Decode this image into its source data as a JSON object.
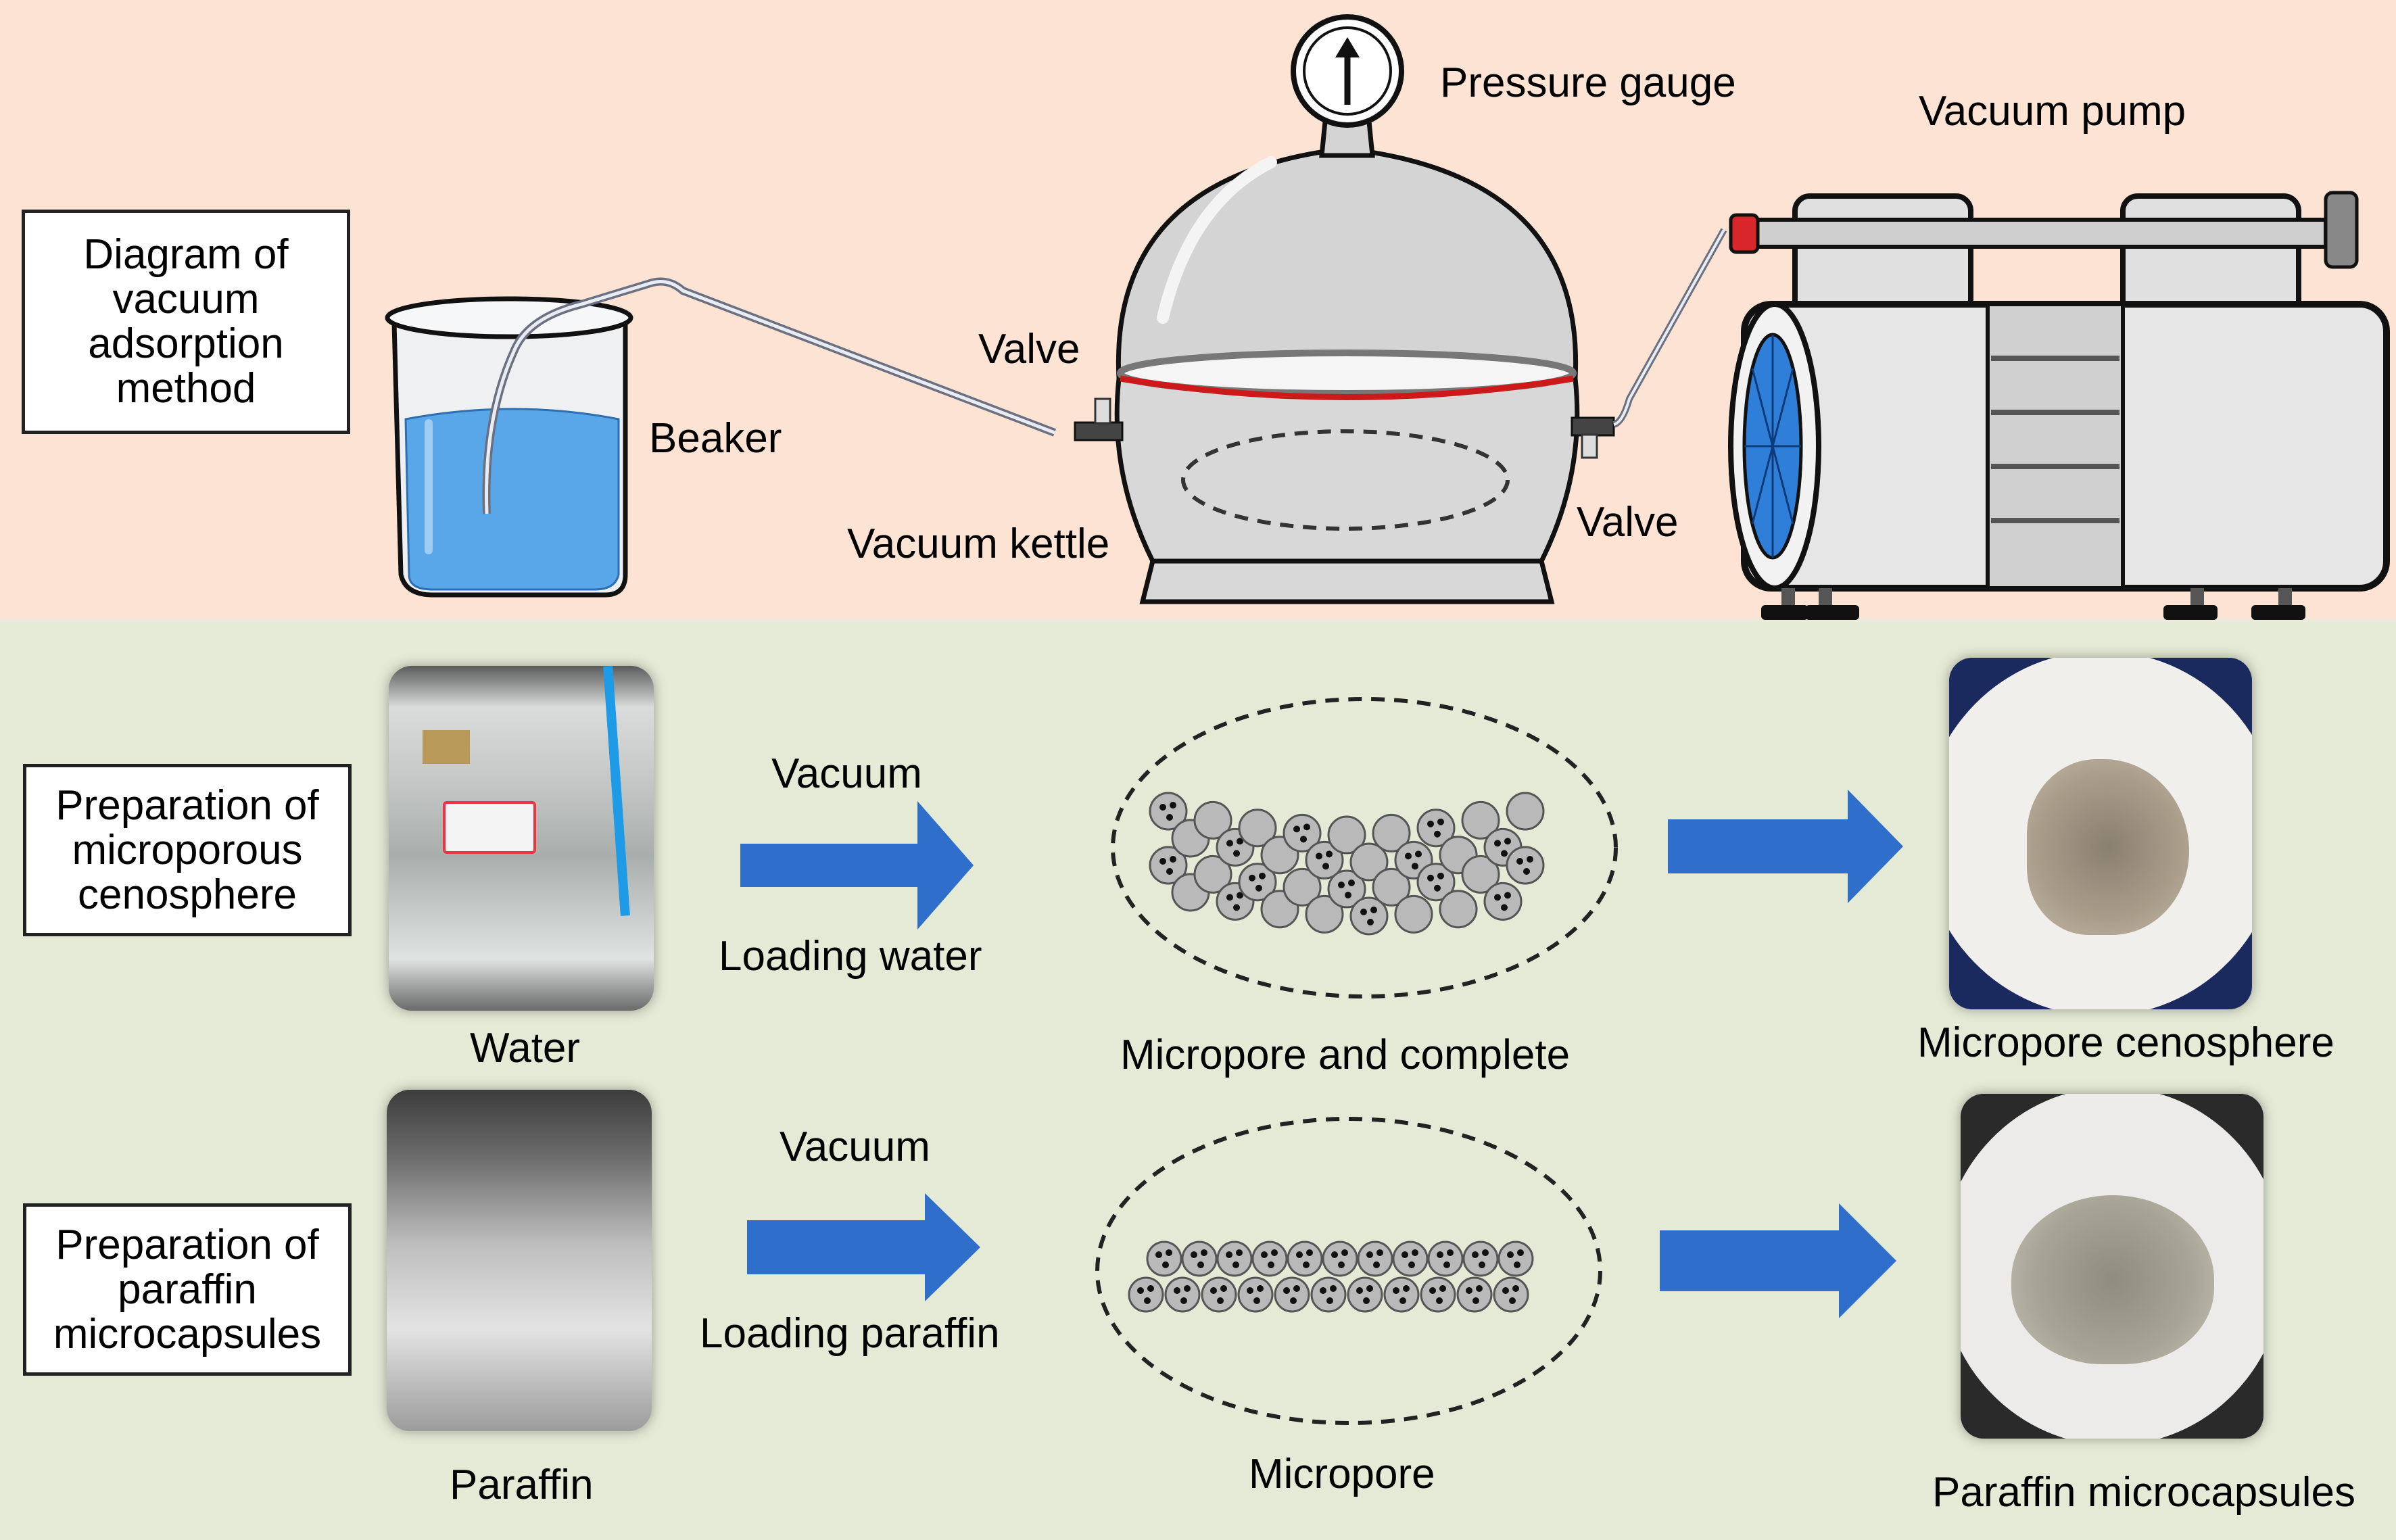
{
  "top_panel": {
    "box_label": "Diagram of\nvacuum\nadsorption\nmethod",
    "labels": {
      "pressure_gauge": "Pressure gauge",
      "vacuum_pump": "Vacuum pump",
      "valve_left": "Valve",
      "valve_right": "Valve",
      "beaker": "Beaker",
      "vacuum_kettle": "Vacuum kettle"
    }
  },
  "rows": [
    {
      "box_label": "Preparation of\nmicroporous\ncenosphere",
      "photo_caption": "Water",
      "arrow_top": "Vacuum",
      "arrow_bottom": "Loading water",
      "cluster_caption": "Micropore and complete",
      "result_caption": "Micropore cenosphere"
    },
    {
      "box_label": "Preparation of\nparaffin\nmicrocapsules",
      "photo_caption": "Paraffin",
      "arrow_top": "Vacuum",
      "arrow_bottom": "Loading paraffin",
      "cluster_caption": "Micropore",
      "result_caption": "Paraffin microcapsules"
    }
  ],
  "colors": {
    "top_bg": "#fce3d3",
    "bottom_bg": "#e5ead6",
    "arrow": "#2f6fcb",
    "water": "#59a7e8",
    "seal": "#cc1a1a"
  }
}
